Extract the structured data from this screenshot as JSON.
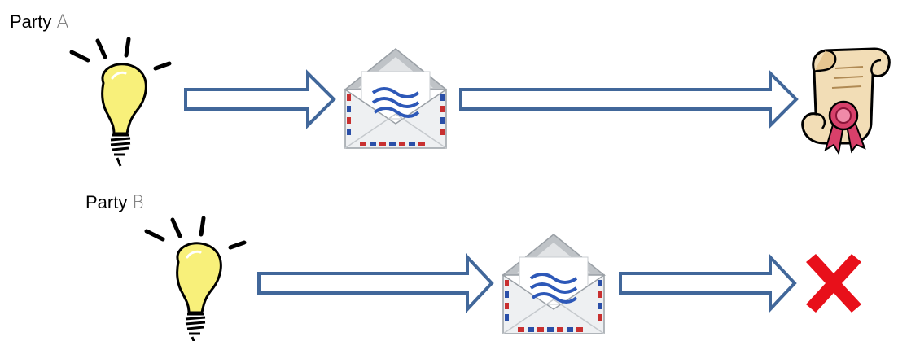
{
  "party_a": {
    "label_word": "Party",
    "label_letter": "A",
    "outcome": "certificate"
  },
  "party_b": {
    "label_word": "Party",
    "label_letter": "B",
    "outcome": "rejected"
  },
  "colors": {
    "arrow_fill": "#ffffff",
    "arrow_stroke": "#41679a",
    "bulb_fill": "#f8f07a",
    "reject_mark": "#e8101a",
    "seal": "#d8406a",
    "scroll": "#f2ddb6"
  },
  "icons": {
    "idea": "lightbulb-icon",
    "message": "envelope-icon",
    "accepted": "certificate-scroll-icon",
    "rejected": "red-x-icon"
  }
}
